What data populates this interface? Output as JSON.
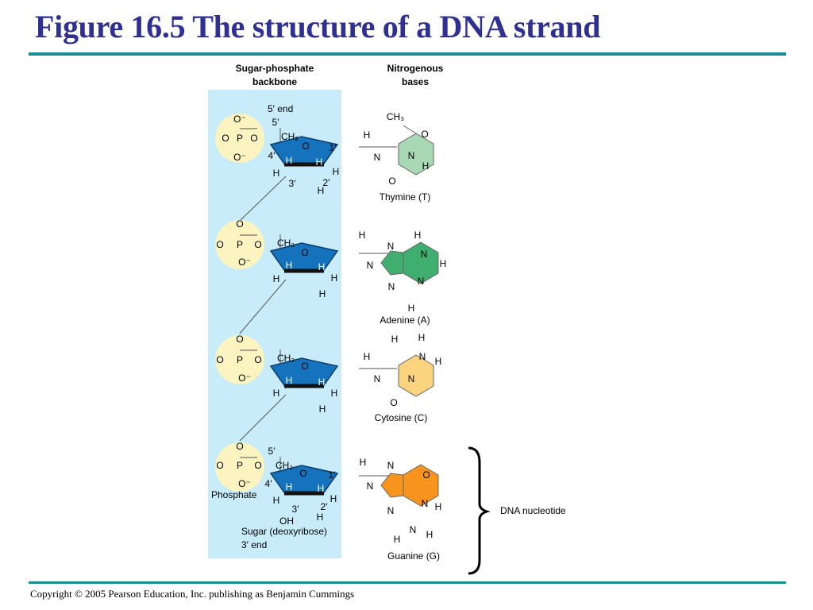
{
  "title": "Figure 16.5 The structure of a DNA strand",
  "footer": "Copyright © 2005 Pearson Education, Inc. publishing as Benjamin Cummings",
  "headers": {
    "backbone_line1": "Sugar-phosphate",
    "backbone_line2": "backbone",
    "bases_line1": "Nitrogenous",
    "bases_line2": "bases"
  },
  "end_labels": {
    "five_prime_end": "5′ end",
    "three_prime_end": "3′ end"
  },
  "callouts": {
    "phosphate": "Phosphate",
    "sugar": "Sugar (deoxyribose)",
    "nucleotide": "DNA nucleotide"
  },
  "atoms": {
    "O": "O",
    "P": "P",
    "H": "H",
    "N": "N",
    "O_minus": "O⁻",
    "CH2": "CH₂",
    "CH3": "CH₃",
    "OH": "OH",
    "p5": "5′",
    "p4": "4′",
    "p3": "3′",
    "p2": "2′",
    "p1": "1′"
  },
  "bases": [
    {
      "name": "Thymine (T)",
      "color": "#a8d8b4"
    },
    {
      "name": "Adenine (A)",
      "color": "#3fae6e"
    },
    {
      "name": "Cytosine (C)",
      "color": "#fcd480"
    },
    {
      "name": "Guanine (G)",
      "color": "#f7941d"
    }
  ],
  "colors": {
    "backbone_band": "#c8ecfa",
    "phosphate_circle": "#fbf4c0",
    "sugar_ring": "#1572bc",
    "title": "#2e3192",
    "rule": "#1b8e93"
  }
}
